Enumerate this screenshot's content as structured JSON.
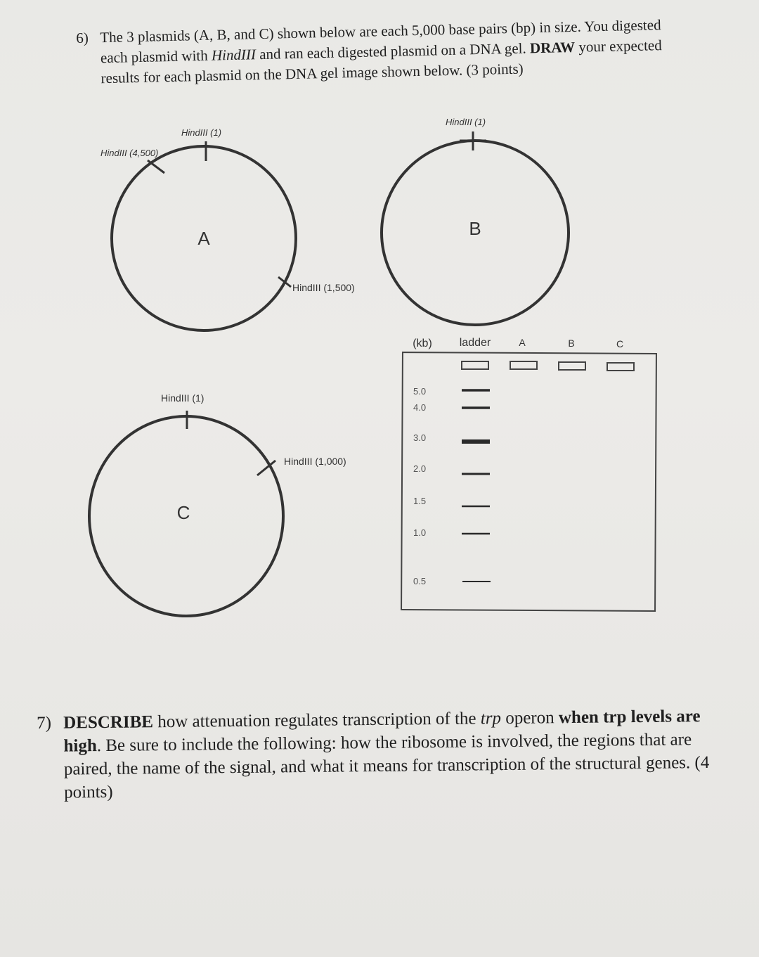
{
  "q6": {
    "number": "6)",
    "t1": "The 3 plasmids (A, B, and C) shown below are each 5,000 base pairs (bp) in size. You digested each plasmid with ",
    "enzyme": "HindIII",
    "t2": " and ran each digested plasmid on a DNA gel. ",
    "draw": "DRAW",
    "t3": " your expected results for each plasmid on the DNA gel image shown below. (3 points)"
  },
  "plasmids": {
    "A": {
      "label": "A",
      "site1": "HindIII (1)",
      "site2": "HindIII (4,500)",
      "site3": "HindIII (1,500)"
    },
    "B": {
      "label": "B",
      "site1": "HindIII (1)"
    },
    "C": {
      "label": "C",
      "site1": "HindIII (1)",
      "site2": "HindIII (1,000)"
    }
  },
  "gel": {
    "unit": "(kb)",
    "lanes": [
      "ladder",
      "A",
      "B",
      "C"
    ],
    "ladder": [
      "5.0",
      "4.0",
      "3.0",
      "2.0",
      "1.5",
      "1.0",
      "0.5"
    ]
  },
  "q7": {
    "number": "7)",
    "describe": "DESCRIBE",
    "t1": " how attenuation regulates transcription of the ",
    "trp": "trp",
    "t2": " operon ",
    "when": "when trp levels are high",
    "t3": ". Be sure to include the following: how the ribosome is involved, the regions that are paired, the name of the signal, and what it means for transcription of the structural genes. (4 points)"
  }
}
